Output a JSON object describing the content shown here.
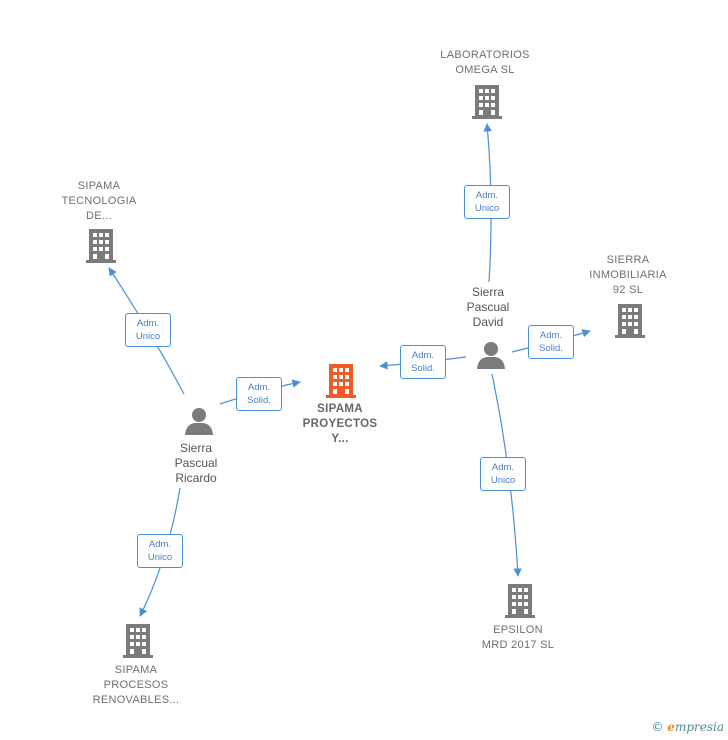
{
  "nodes": {
    "center": {
      "label": "SIPAMA\nPROYECTOS\nY...",
      "color": "#f05a28"
    },
    "laboratorios": {
      "label": "LABORATORIOS\nOMEGA  SL"
    },
    "sipama_tec": {
      "label": "SIPAMA\nTECNOLOGIA\nDE..."
    },
    "sierra_inmob": {
      "label": "SIERRA\nINMOBILIARIA\n92 SL"
    },
    "epsilon": {
      "label": "EPSILON\nMRD 2017  SL"
    },
    "sipama_proc": {
      "label": "SIPAMA\nPROCESOS\nRENOVABLES..."
    },
    "david": {
      "label": "Sierra\nPascual\nDavid"
    },
    "ricardo": {
      "label": "Sierra\nPascual\nRicardo"
    }
  },
  "edges": {
    "david_lab": "Adm.\nUnico",
    "david_inmob": "Adm.\nSolid.",
    "david_center": "Adm.\nSolid.",
    "david_epsilon": "Adm.\nUnico",
    "ricardo_tec": "Adm.\nUnico",
    "ricardo_center": "Adm.\nSolid.",
    "ricardo_proc": "Adm.\nUnico"
  },
  "colors": {
    "edge": "#4a90d9",
    "building": "#7b7b7b",
    "person": "#7b7b7b",
    "center": "#f05a28"
  },
  "footer": {
    "copyright": "©",
    "brand_initial": "e",
    "brand_rest": "mpresia"
  }
}
